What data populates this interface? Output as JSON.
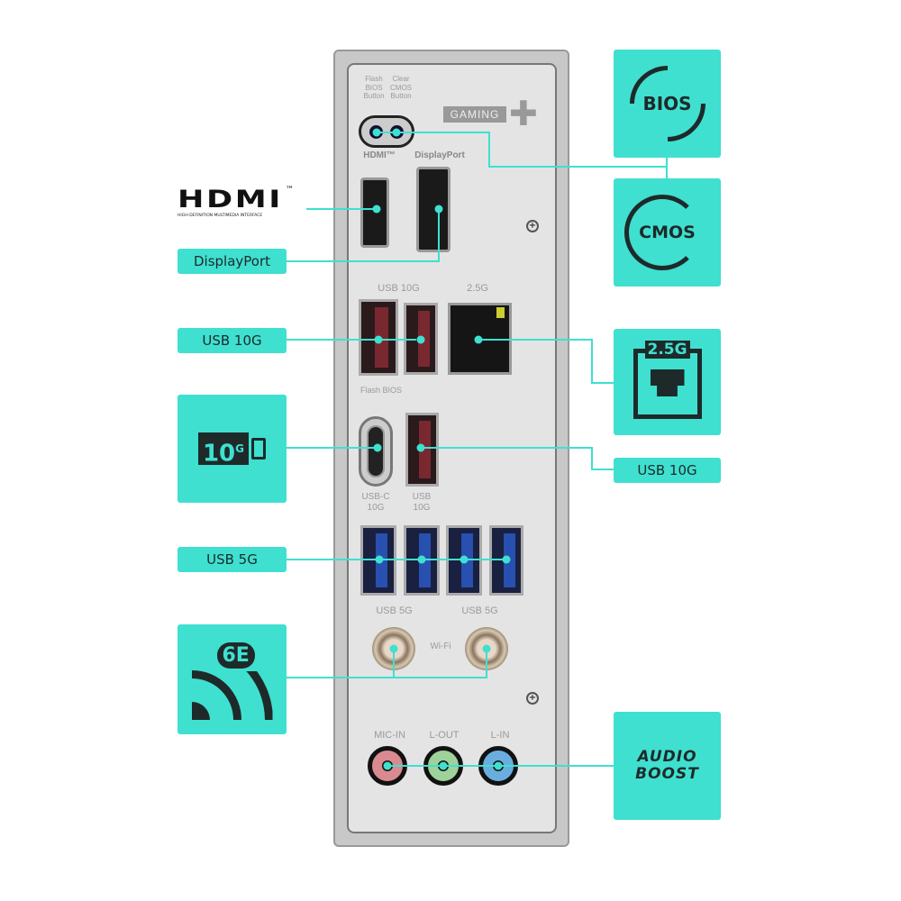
{
  "colors": {
    "accent": "#3fe0d0",
    "panel": "#e4e4e4",
    "text_dark": "#1e2a2a"
  },
  "panel": {
    "flash_bios_button": "Flash BIOS Button",
    "clear_cmos_button": "Clear CMOS Button",
    "gaming_logo": "GAMING",
    "hdmi_label": "HDMI™",
    "displayport_label": "DisplayPort",
    "usb10g_label": "USB 10G",
    "lan_label": "2.5G",
    "flash_bios": "Flash BIOS",
    "usbc_label": "USB-C 10G",
    "usb_label": "USB 10G",
    "usb5g_left": "USB 5G",
    "usb5g_right": "USB 5G",
    "wifi_label": "Wi-Fi",
    "mic_in": "MIC-IN",
    "line_out": "L-OUT",
    "line_in": "L-IN"
  },
  "callouts": {
    "hdmi_logo": "HDMI",
    "hdmi_tm": "™",
    "hdmi_tagline": "HIGH-DEFINITION MULTIMEDIA INTERFACE",
    "displayport": "DisplayPort",
    "usb10g_left": "USB 10G",
    "usb10g_badge": "10",
    "usb10g_badge_sup": "G",
    "usb5g": "USB 5G",
    "wifi_badge": "6E",
    "bios": "BIOS",
    "cmos": "CMOS",
    "lan_badge": "2.5G",
    "usb10g_right": "USB 10G",
    "audio_boost": "AUDIO BOOST"
  }
}
